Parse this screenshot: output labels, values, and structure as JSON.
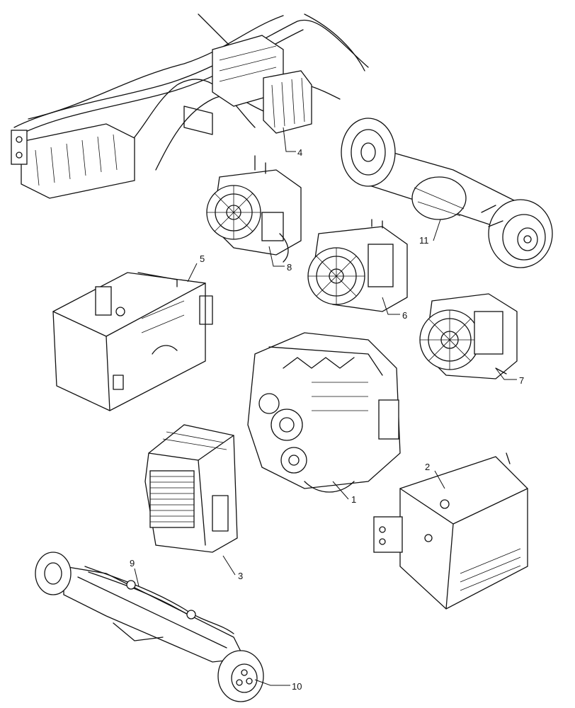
{
  "callouts": [
    {
      "id": "1",
      "label": "1",
      "part": "engine"
    },
    {
      "id": "2",
      "label": "2",
      "part": "fuel-tank-cover"
    },
    {
      "id": "3",
      "label": "3",
      "part": "cooling-radiator"
    },
    {
      "id": "4",
      "label": "4",
      "part": "hydraulic-harness-valves"
    },
    {
      "id": "5",
      "label": "5",
      "part": "hydraulic-tank"
    },
    {
      "id": "6",
      "label": "6",
      "part": "transmission-6"
    },
    {
      "id": "7",
      "label": "7",
      "part": "transmission-7"
    },
    {
      "id": "8",
      "label": "8",
      "part": "transmission-8"
    },
    {
      "id": "9",
      "label": "9",
      "part": "steering-linkage"
    },
    {
      "id": "10",
      "label": "10",
      "part": "front-axle"
    },
    {
      "id": "11",
      "label": "11",
      "part": "rear-axle"
    }
  ]
}
